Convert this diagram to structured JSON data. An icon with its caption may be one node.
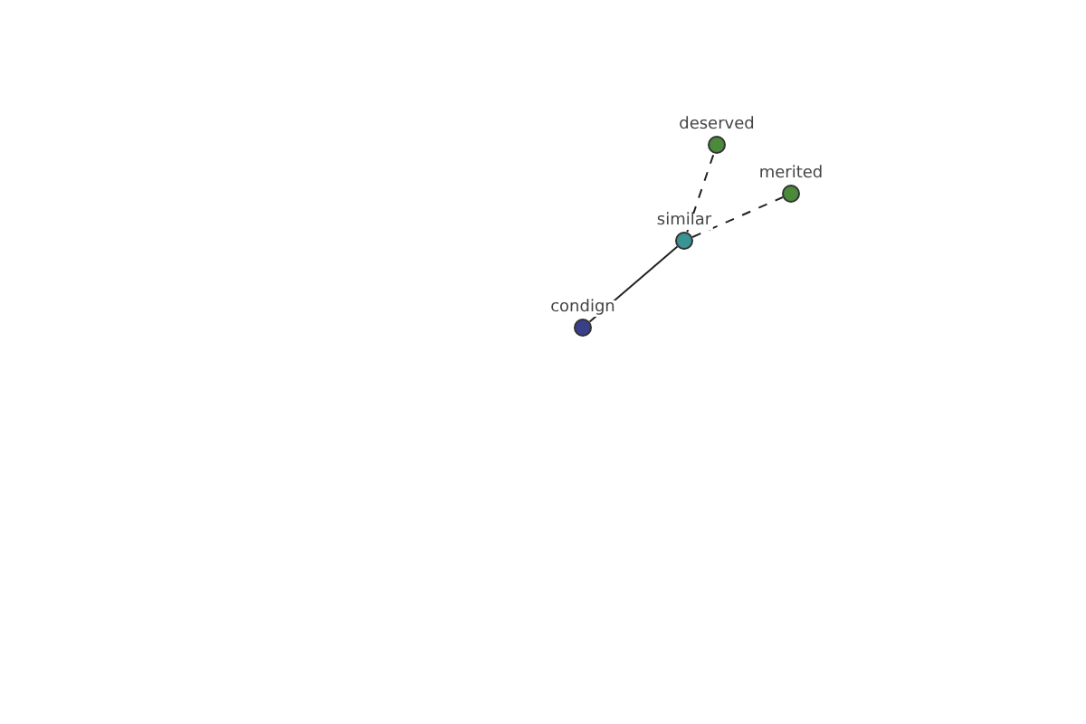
{
  "diagram": {
    "nodes": [
      {
        "text": [
          "deserved"
        ]
      },
      {
        "text": [
          "merited"
        ]
      },
      {
        "text": [
          "similar"
        ]
      },
      {
        "text": [
          "condign"
        ]
      }
    ],
    "edges": [
      {
        "from": 2,
        "to": 3,
        "arrow": "none"
      },
      {
        "from": 2,
        "to": 0,
        "arrow": "none",
        "style": "dashed"
      },
      {
        "from": 2,
        "to": 1,
        "arrow": "none",
        "style": "dashed"
      }
    ]
  }
}
